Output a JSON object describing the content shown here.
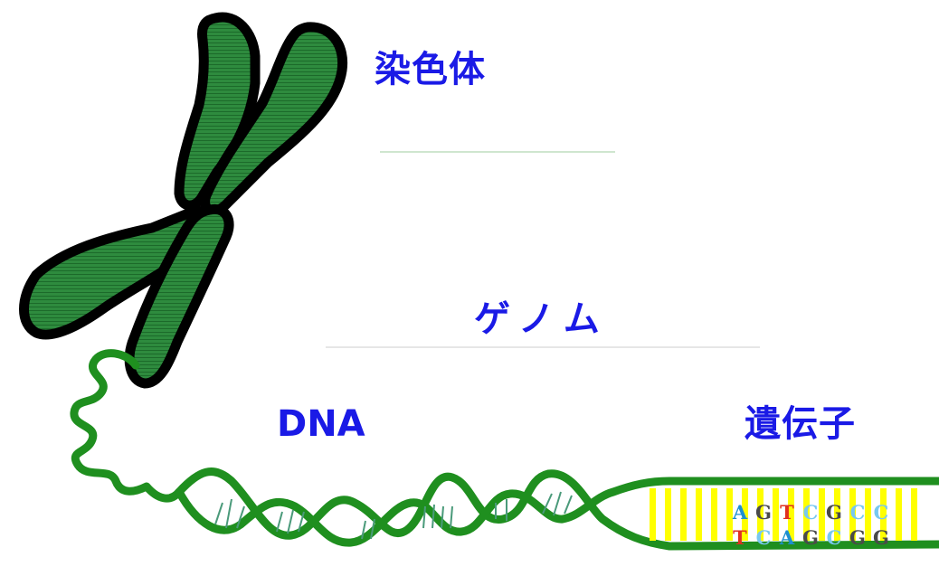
{
  "labels": {
    "chromosome": "染色体",
    "genome": "ゲノム",
    "dna": "DNA",
    "gene": "遺伝子"
  },
  "sequence": {
    "top_strand": [
      "A",
      "G",
      "T",
      "C",
      "G",
      "C",
      "C"
    ],
    "bottom_strand": [
      "T",
      "C",
      "A",
      "G",
      "C",
      "G",
      "G"
    ]
  },
  "colors": {
    "label_text": "#1a1ae6",
    "chromosome_fill": "#2e8b3e",
    "chromosome_outline": "#000000",
    "dna_strand": "#1f8f1f",
    "rung": "#4a9a7a",
    "gene_stripe": "#ffff00",
    "base_A": "#1e8fd0",
    "base_G": "#4a4a4a",
    "base_T": "#e03020",
    "base_C": "#78c8f0"
  }
}
